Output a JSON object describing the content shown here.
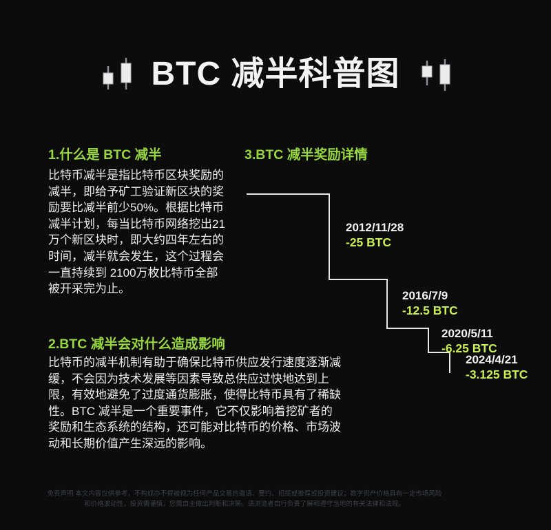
{
  "title": {
    "text": "BTC 减半科普图"
  },
  "sections": {
    "what": {
      "heading": "1.什么是 BTC 减半",
      "body": "比特币减半是指比特币区块奖励的\n减半，即给予矿工验证新区块的奖\n励要比减半前少50%。根据比特币\n减半计划，每当比特币网络挖出21\n万个新区块时，即大约四年左右的\n时间，减半就会发生，这个过程会\n一直持续到 2100万枚比特币全部\n被开采完为止。"
    },
    "impact": {
      "heading": "2.BTC 减半会对什么造成影响",
      "body": "比特币的减半机制有助于确保比特币供应发行速度逐渐减\n缓，不会因为技术发展等因素导致总供应过快地达到上\n限，有效地避免了过度通货膨胀，使得比特币具有了稀缺\n性。BTC 减半是一个重要事件，它不仅影响着挖矿者的\n奖励和生态系统的结构，还可能对比特币的价格、市场波\n动和长期价值产生深远的影响。"
    },
    "rewards": {
      "heading": "3.BTC 减半奖励详情",
      "events": [
        {
          "date": "2012/11/28",
          "reward": "-25 BTC"
        },
        {
          "date": "2016/7/9",
          "reward": "-12.5 BTC"
        },
        {
          "date": "2020/5/11",
          "reward": "-6.25 BTC"
        },
        {
          "date": "2024/4/21",
          "reward": "-3.125 BTC"
        }
      ]
    }
  },
  "footer": {
    "disclaimer": "免责声明  本文内容仅供参考，不构成亦不得被视为任何产品交易的邀请、要约、招揽或推荐或投资建议；数字资产价格具有一定市场风险\n和价格波动性，投资需谨慎，您需自主做出判断和决策。请浏览者自行负责了解和遵守当地的有关法律和法规。"
  },
  "icons": {
    "left": "candlestick-pair-icon",
    "right": "candlestick-pair-icon"
  },
  "colors": {
    "background": "#0c0c0d",
    "heading_green": "#97d73e",
    "value_green": "#c9ef50",
    "text_white": "#ececed",
    "step_line": "#e9e9e9",
    "footer_gray": "#3b4048"
  },
  "chart_data": {
    "type": "line",
    "subtype": "step-down-staircase",
    "title": "3.BTC 减半奖励详情",
    "x": [
      "2012/11/28",
      "2016/7/9",
      "2020/5/11",
      "2024/4/21"
    ],
    "values": [
      25,
      12.5,
      6.25,
      3.125
    ],
    "annotations": [
      "-25 BTC",
      "-12.5 BTC",
      "-6.25 BTC",
      "-3.125 BTC"
    ],
    "legend_position": "none",
    "grid": false
  }
}
